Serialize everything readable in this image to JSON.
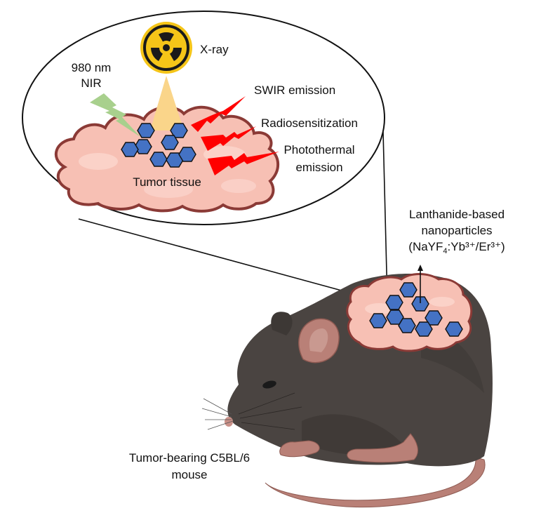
{
  "figure": {
    "labels": {
      "nir_line1": "980 nm",
      "nir_line2": "NIR",
      "xray": "X-ray",
      "swir": "SWIR emission",
      "radiosensitization": "Radiosensitization",
      "photothermal_line1": "Photothermal",
      "photothermal_line2": "emission",
      "tumor_tissue": "Tumor tissue",
      "nanoparticles_line1": "Lanthanide-based",
      "nanoparticles_line2": "nanoparticles",
      "nanoparticles_formula_prefix": "(NaYF",
      "nanoparticles_formula_sub": "4",
      "nanoparticles_formula_suffix": ":Yb³⁺/Er³⁺)",
      "mouse_line1": "Tumor-bearing C5BL/6",
      "mouse_line2": "mouse"
    },
    "colors": {
      "nir_bolt": "#a8d08d",
      "xray_beam": "#fad58a",
      "xray_symbol_bg": "#f5c518",
      "emission_bolt": "#ff0000",
      "nanoparticle": "#4472c4",
      "tumor_fill": "#f7c0b4",
      "tumor_border": "#8b3a36",
      "mouse_body": "#4a4441",
      "mouse_skin": "#b98077"
    }
  }
}
